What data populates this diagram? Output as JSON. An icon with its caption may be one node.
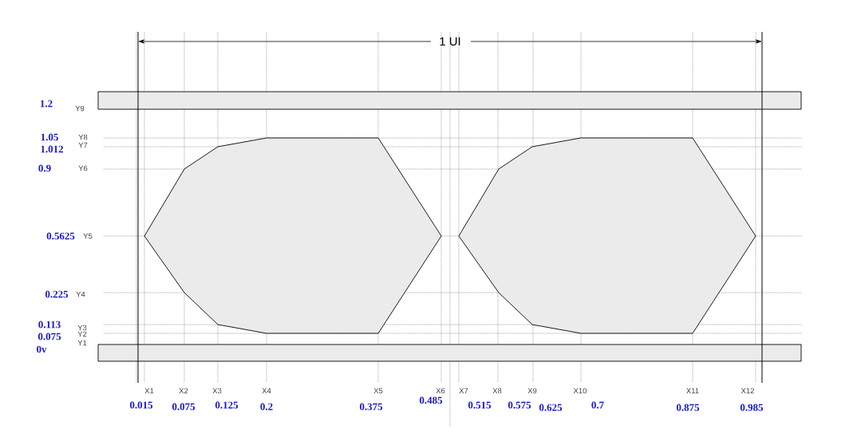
{
  "diagram": {
    "nodes": [
      {
        "text": [],
        "shape": "bar"
      },
      {
        "text": [],
        "shape": "hexagon"
      },
      {
        "text": [],
        "shape": "hexagon"
      },
      {
        "text": [],
        "shape": "bar"
      }
    ],
    "labels": [
      "1 UI",
      "1.2",
      "Y9",
      "1.05",
      "Y8",
      "1.012",
      "Y7",
      "0.9",
      "Y6",
      "0.5625",
      "Y5",
      "0.225",
      "Y4",
      "0.113",
      "Y3",
      "0.075",
      "Y2",
      "Y1",
      "0v",
      "X1",
      "X2",
      "X3",
      "X4",
      "X5",
      "X6",
      "X7",
      "X8",
      "X9",
      "X10",
      "X11",
      "X12",
      "0.015",
      "0.075",
      "0.125",
      "0.2",
      "0.375",
      "0.485",
      "0.515",
      "0.575",
      "0.625",
      "0.7",
      "0.875",
      "0.985"
    ]
  }
}
